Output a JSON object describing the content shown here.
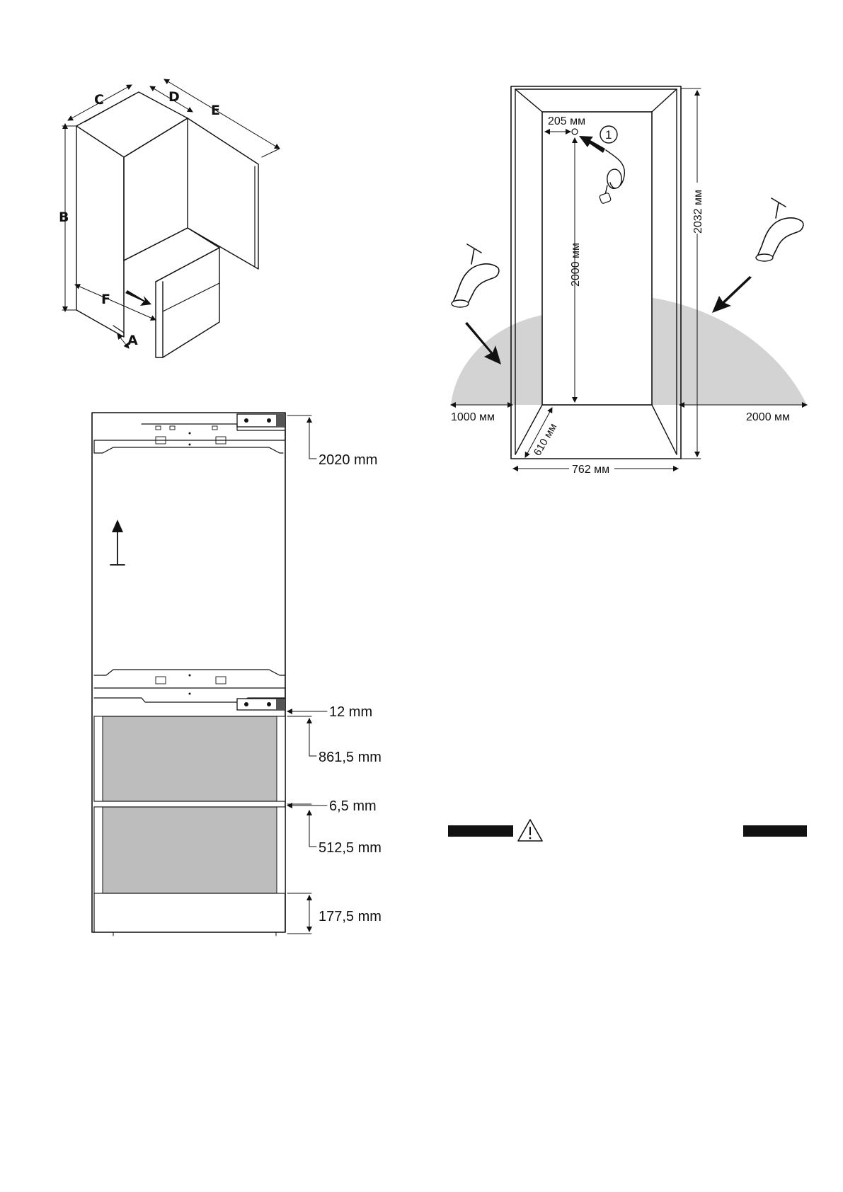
{
  "fridge_iso": {
    "labels": {
      "a": "A",
      "b": "B",
      "c": "C",
      "d": "D",
      "e": "E",
      "f": "F"
    }
  },
  "niche_elevation": {
    "dim_top": "2020 mm",
    "dim_gap_1": "12 mm",
    "dim_door_1": "861,5 mm",
    "dim_gap_2": "6,5 mm",
    "dim_door_2": "512,5 mm",
    "dim_plinth": "177,5 mm"
  },
  "room_plan": {
    "dim_outlet_offset": "205 мм",
    "callout_number": "1",
    "dim_outlet_height": "2000 мм",
    "dim_room_height": "2032 мм",
    "dim_left_radius": "1000 мм",
    "dim_right_radius": "2000 мм",
    "dim_door_depth": "610 мм",
    "dim_door_width": "762 мм",
    "zone_color": "#d3d3d3"
  },
  "warning_row": {
    "icon": "warning-triangle-icon",
    "bar_color": "#111111"
  }
}
